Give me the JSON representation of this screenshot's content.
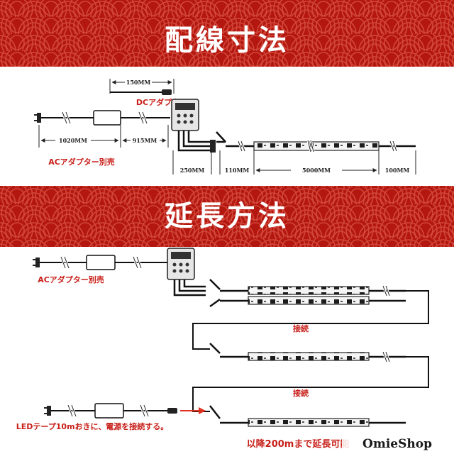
{
  "section1": {
    "title": "配線寸法"
  },
  "section2": {
    "title": "延長方法"
  },
  "dimensions": {
    "dc_cable": "150MM",
    "ac_cable": "1020MM",
    "ac_to_ctrl": "915MM",
    "ctrl_lead": "250MM",
    "strip_lead_in": "110MM",
    "strip_length": "5000MM",
    "strip_lead_out": "100MM"
  },
  "labels": {
    "dc_adapter": "DCアダプター",
    "ac_adapter_sold_separately": "ACアダプター別売",
    "ac_adapter_sold_separately_2": "ACアダプター別売",
    "connect_1": "接続",
    "connect_2": "接続",
    "power_every_10m": "LEDテープ10mおきに、電源を接続する。",
    "extend_up_to_200m": "以降200mまで延長可能"
  },
  "watermark": "OmieShop",
  "colors": {
    "banner": "#b01a14",
    "accent_red": "#c8201a",
    "arrow_red": "#e03020"
  }
}
